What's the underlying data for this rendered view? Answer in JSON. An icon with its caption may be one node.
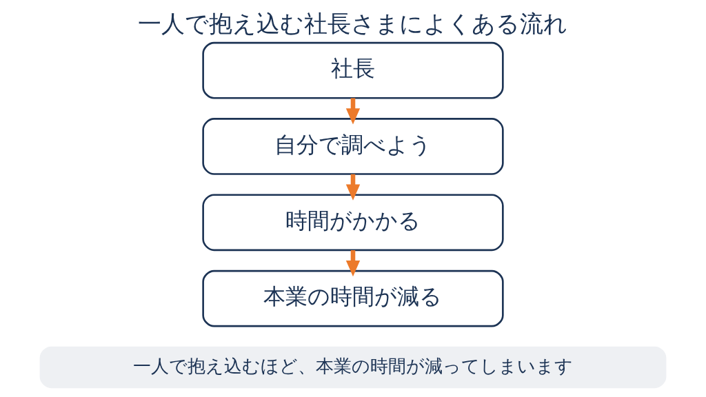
{
  "diagram": {
    "title": "一人で抱え込む社長さまによくある流れ",
    "nodes": [
      {
        "text": [
          "社長"
        ]
      },
      {
        "text": [
          "自分で調べよう"
        ]
      },
      {
        "text": [
          "時間がかかる"
        ]
      },
      {
        "text": [
          "本業の時間が減る"
        ]
      },
      {
        "text": [
          "一人で抱え込むほど、本業の時間が減ってしまいます"
        ]
      }
    ],
    "edges": [
      {
        "from": 0,
        "to": 1,
        "arrow": "to"
      },
      {
        "from": 1,
        "to": 2,
        "arrow": "to"
      },
      {
        "from": 2,
        "to": 3,
        "arrow": "to"
      }
    ]
  }
}
